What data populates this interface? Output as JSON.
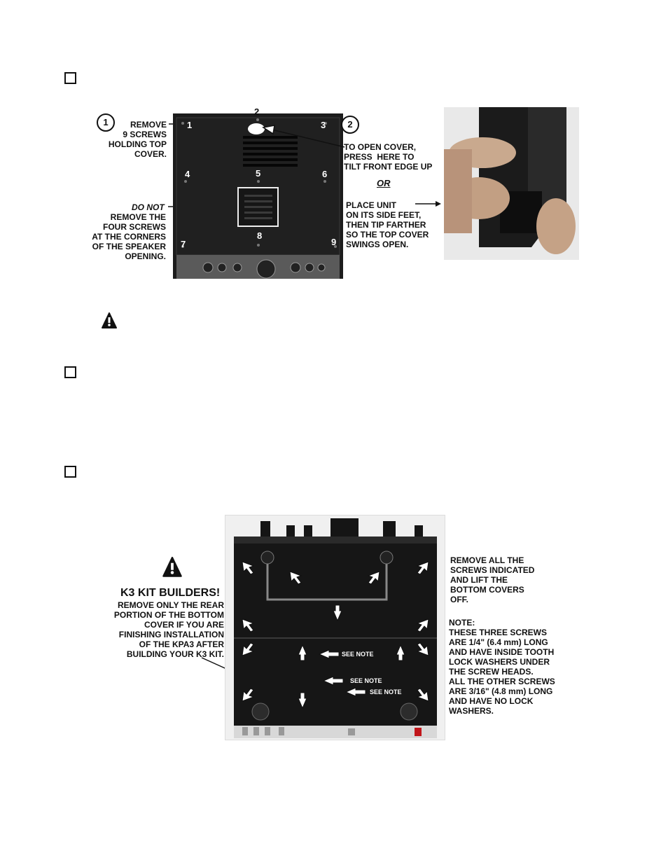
{
  "fig1": {
    "remove_step_num": "1",
    "open_step_num": "2",
    "remove_text": "REMOVE\n9 SCREWS\nHOLDING TOP\nCOVER.",
    "do_not_label": "DO NOT",
    "do_not_text": "REMOVE THE\nFOUR SCREWS\nAT THE CORNERS\nOF THE SPEAKER\nOPENING.",
    "open_text": "TO OPEN COVER,\nPRESS  HERE TO\nTILT FRONT EDGE UP",
    "or_label": "OR",
    "place_text": "PLACE UNIT\nON ITS SIDE FEET,\nTHEN TIP FARTHER\nSO THE TOP COVER\nSWINGS OPEN.",
    "screw_labels": [
      "1",
      "2",
      "3",
      "4",
      "5",
      "6",
      "7",
      "8",
      "9"
    ]
  },
  "fig2": {
    "k3_heading": "K3 KIT BUILDERS!",
    "k3_text": "REMOVE ONLY THE REAR\nPORTION OF THE BOTTOM\nCOVER IF YOU ARE\nFINISHING INSTALLATION\nOF THE KPA3 AFTER\nBUILDING YOUR K3 KIT.",
    "remove_all_text": "REMOVE ALL THE\nSCREWS INDICATED\nAND LIFT THE\nBOTTOM COVERS\nOFF.",
    "note_text": "NOTE:\nTHESE THREE SCREWS\nARE 1/4\" (6.4 mm) LONG\nAND HAVE INSIDE TOOTH\nLOCK WASHERS UNDER\nTHE SCREW HEADS.\nALL THE OTHER SCREWS\nARE 3/16\" (4.8 mm) LONG\nAND HAVE NO LOCK\nWASHERS.",
    "see_note": "SEE NOTE"
  },
  "icons": {
    "checkbox": "checkbox-icon",
    "warning": "warning-triangle-icon"
  }
}
